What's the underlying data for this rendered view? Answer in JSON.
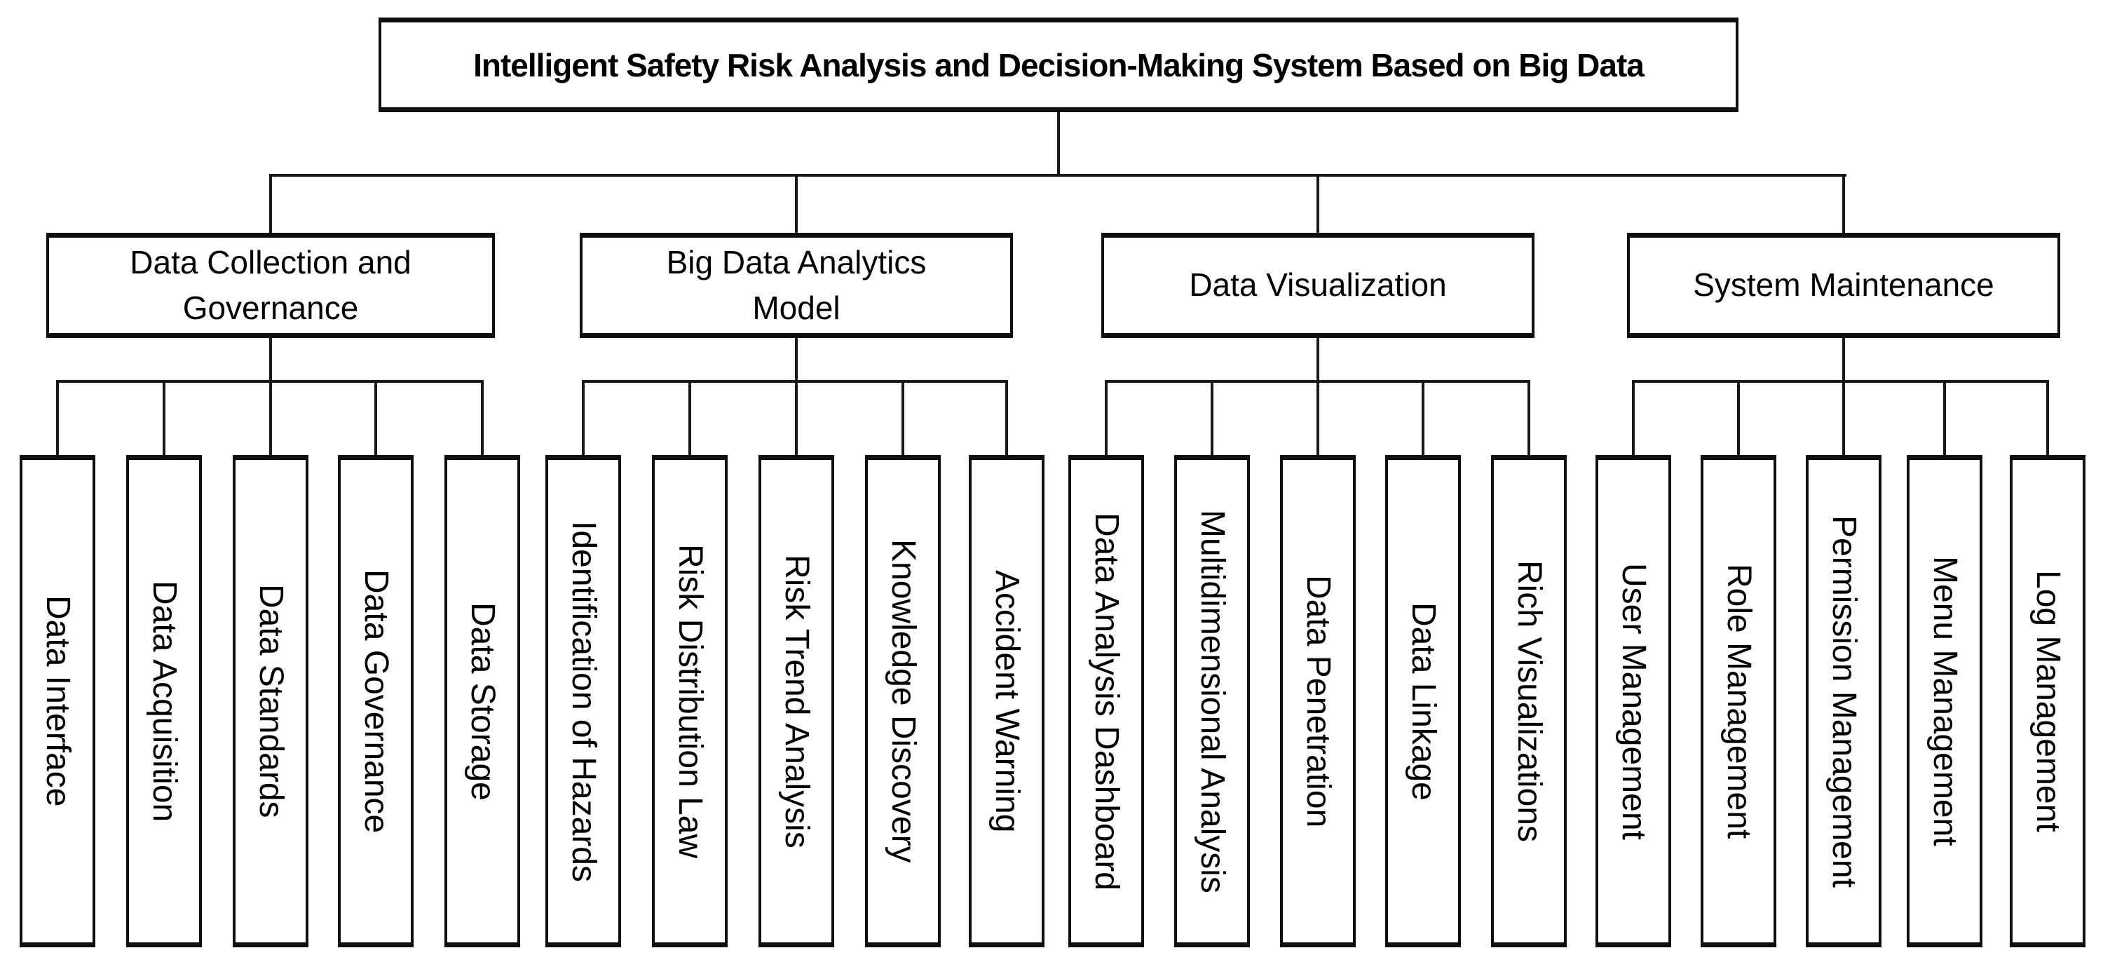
{
  "title": "Intelligent Safety Risk Analysis and Decision-Making System Based on Big Data",
  "groups": [
    {
      "label": "Data Collection and\nGovernance",
      "children": [
        "Data Interface",
        "Data Acquisition",
        "Data Standards",
        "Data Governance",
        "Data Storage"
      ]
    },
    {
      "label": "Big Data Analytics\nModel",
      "children": [
        "Identification of Hazards",
        "Risk Distribution Law",
        "Risk Trend Analysis",
        "Knowledge Discovery",
        "Accident Warning"
      ]
    },
    {
      "label": "Data Visualization",
      "children": [
        "Data Analysis Dashboard",
        "Multidimensional Analysis",
        "Data Penetration",
        "Data Linkage",
        "Rich Visualizations"
      ]
    },
    {
      "label": "System Maintenance",
      "children": [
        "User Management",
        "Role Management",
        "Permission Management",
        "Menu Management",
        "Log Management"
      ]
    }
  ],
  "colors": {
    "background": "#ffffff",
    "box_fill": "#ffffff",
    "box_border": "#0f0f0f",
    "connector": "#1a1a1a",
    "text": "#000000"
  }
}
